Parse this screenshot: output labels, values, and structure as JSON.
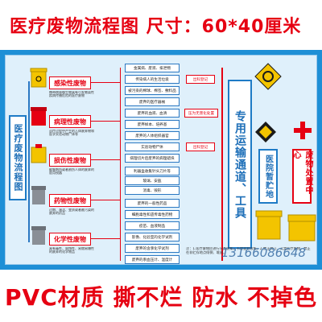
{
  "header": {
    "title": "医疗废物流程图 尺寸：60*40厘米"
  },
  "footer": {
    "slogan": "PVC材质 撕不烂 防水 不掉色"
  },
  "left_title": "医疗废物流程图",
  "categories": [
    {
      "label": "感染性废物",
      "small": "携带病原微生物具有引发感染性疾病传播危险的医疗废物"
    },
    {
      "label": "病理性废物",
      "small": "诊疗过程中产生的人体废弃物和医学实验动物尸体等"
    },
    {
      "label": "损伤性废物",
      "small": "能够刺伤或者割伤人体的废弃的医用锐器"
    },
    {
      "label": "药物性废物",
      "small": "过期、淘汰、变质或者被污染的废弃的药品"
    },
    {
      "label": "化学性废物",
      "small": "具有毒性、腐蚀性、易燃易爆性的废弃的化学物品"
    }
  ],
  "items": [
    {
      "text": "金属病、废液、排泄物"
    },
    {
      "text": "传染病人的生活垃圾"
    },
    {
      "text": "被污染的棉球、棉签、敷料品"
    },
    {
      "text": "废弃的医疗器械"
    },
    {
      "text": "废弃的血液、血清"
    },
    {
      "text": "废弃样本、培养基"
    },
    {
      "text": "废弃的人体组织器官"
    },
    {
      "text": "实验动物尸体"
    },
    {
      "text": "病理切片后废弃的病理蜡块"
    },
    {
      "text": "利器盒收集针头刀片等"
    },
    {
      "text": "玻璃、安瓿"
    },
    {
      "text": "消毒、毁形"
    },
    {
      "text": "废弃的一般性药品"
    },
    {
      "text": "细胞毒性和遗传毒性药物"
    },
    {
      "text": "疫苗、血液制品"
    },
    {
      "text": "影像、化验室的化学试剂"
    },
    {
      "text": "废弃的含汞化学试剂"
    },
    {
      "text": "废弃的汞血压计、温度计"
    }
  ],
  "tags": {
    "register": "出科登记",
    "double_bag": "压为无害化处置",
    "seal": "出科登记"
  },
  "channel": {
    "text": "专用运输通道、工具"
  },
  "storage": {
    "text": "医院暂贮地"
  },
  "disposal": {
    "text": "废物处置中心"
  },
  "note": {
    "text": "注：1.医疗废物应进行分类收集，不得混合收集。2.禁止转让、买卖医疗废物，禁止在非贮存地点倾倒、堆放。"
  },
  "watermark": {
    "text": "13166086648"
  },
  "colors": {
    "accent": "#e60012",
    "blue": "#1e8fd6",
    "panel": "#dff0fb"
  }
}
